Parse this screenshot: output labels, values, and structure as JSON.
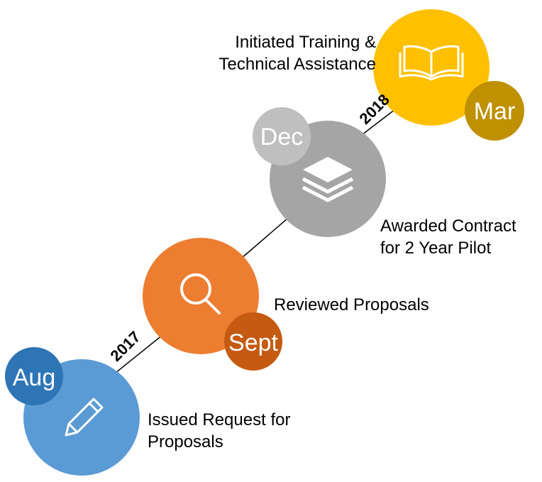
{
  "milestones": [
    {
      "month": "Aug",
      "line1": "Issued Request for",
      "line2": "Proposals",
      "icon": "pencil-icon",
      "color": "#5B9BD5",
      "badge_color": "#2E75B6"
    },
    {
      "month": "Sept",
      "line1": "Reviewed Proposals",
      "icon": "magnifier-icon",
      "color": "#ED7D31",
      "badge_color": "#C55A11"
    },
    {
      "month": "Dec",
      "line1": "Awarded Contract",
      "line2": "for 2 Year Pilot",
      "icon": "stacked-layers-icon",
      "color": "#A5A5A5",
      "badge_color": "#BFBFBF"
    },
    {
      "month": "Mar",
      "line1": "Initiated Training &",
      "line2": "Technical Assistance",
      "icon": "open-book-icon",
      "color": "#FFC000",
      "badge_color": "#BF9000"
    }
  ],
  "years": [
    "2017",
    "2018"
  ]
}
